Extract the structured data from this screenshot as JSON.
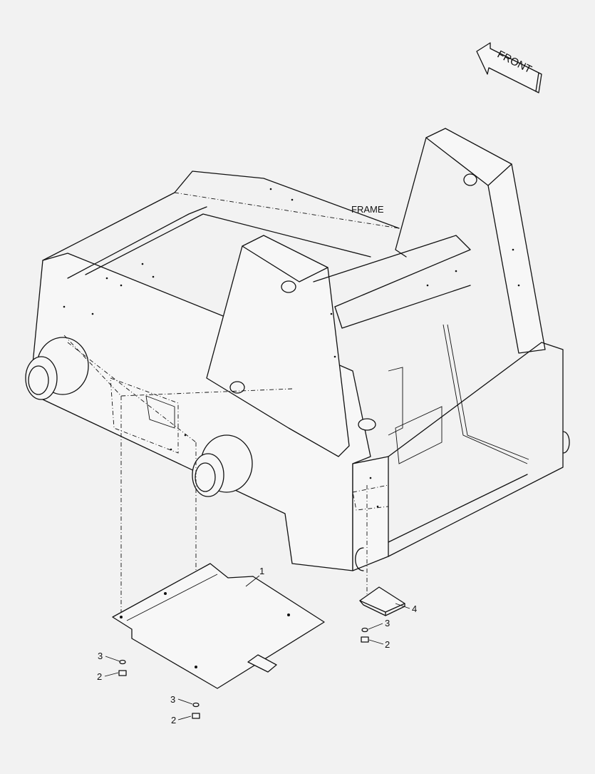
{
  "front_label": "FRONT",
  "frame_label": "FRAME",
  "callouts": {
    "c1": "1",
    "c2a": "2",
    "c2b": "2",
    "c2c": "2",
    "c3a": "3",
    "c3b": "3",
    "c3c": "3",
    "c4": "4"
  },
  "colors": {
    "background": "#f2f2f2",
    "line": "#111111"
  }
}
